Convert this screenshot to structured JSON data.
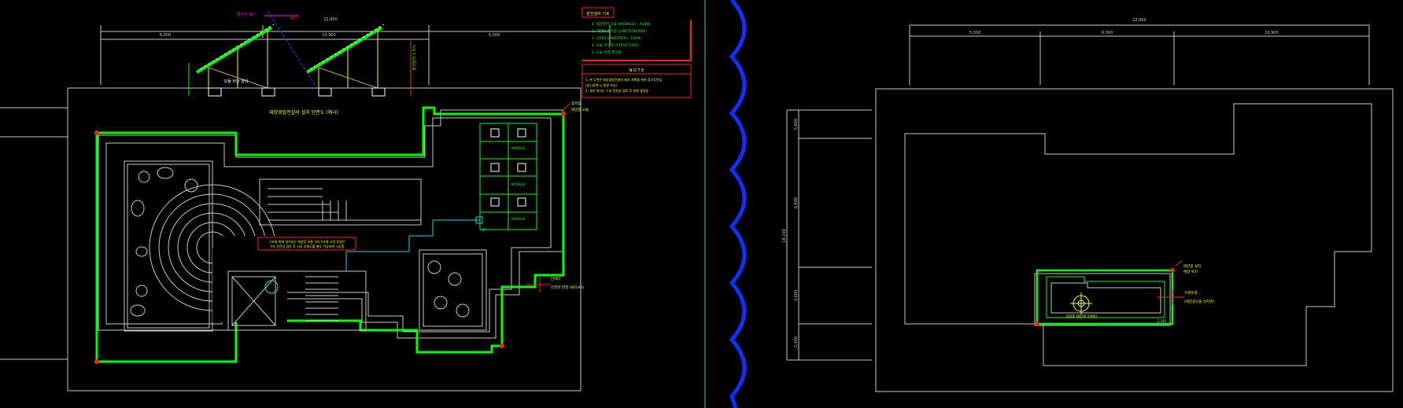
{
  "colors": {
    "background": "#000000",
    "line_white": "#c8c8c8",
    "line_green": "#00ff00",
    "line_red": "#ff2020",
    "line_yellow": "#ffff00",
    "line_cyan": "#00e0e0",
    "line_magenta": "#ff00ff",
    "line_blue": "#1030ff",
    "viewport_divider": "#3cc8c8"
  },
  "left_sheet": {
    "section_title": "태양광발전설비 설치 단면도 (예시)",
    "section_dims": {
      "total": "22,900",
      "segments": [
        "6,000",
        "10,900",
        "6,000"
      ],
      "height": "설치높이 1.5m"
    },
    "section_notes": {
      "tilt_label": "경사각 30°",
      "module_note": "모듈 하단 높이",
      "angle_label": "30°"
    },
    "legend_title": "발전설비 기호",
    "legend_items": [
      "1. 태양전지 모듈 (MODULE) : 430W",
      "2. 태양광 접속함 (JUNCTION BOX)",
      "3. 인버터 (INVERTER) : 50kW",
      "4. 모듈 지지대 (STRUCTURE)",
      "5. 모듈 연결 케이블"
    ],
    "note_title": "N O T E",
    "note_items": [
      "1. 본 도면은 태양광발전설비 배치 계획을 위한 참고도면임",
      "   (실시설계 시 변경 가능)",
      "2. 설치 위치는 구조 안전성 검토 후 최종 결정함"
    ],
    "plan_callout": [
      "구조물 위에 설치되는 태양광 모듈 지지구조물 고정 방법은",
      "구조 안전성 검토 후 시공 상세도를 별도 작성하여 시공함"
    ],
    "dc_label": "DC",
    "top_right_annot": [
      "접속함",
      "태양광 모듈"
    ],
    "right_annot": [
      "인버터",
      "분전반 연결 (SOLAR)"
    ],
    "module_labels": [
      "MODULE",
      "MODULE",
      "MODULE"
    ]
  },
  "right_sheet": {
    "top_dims": {
      "total": "22,900",
      "segments": [
        "5,000",
        "6,000",
        "10,900"
      ]
    },
    "side_dims": {
      "total": "18,100",
      "segments": [
        "5,600",
        "6,600",
        "3,600",
        "2,300"
      ]
    },
    "equipment_label": "옥탑층 태양광 인버터",
    "annot_top": [
      "태양광 설치",
      "예정 위치"
    ],
    "annot_right": [
      "수평투영",
      "(태양광모듈 설치면)"
    ],
    "corner_dim": "2,300"
  }
}
